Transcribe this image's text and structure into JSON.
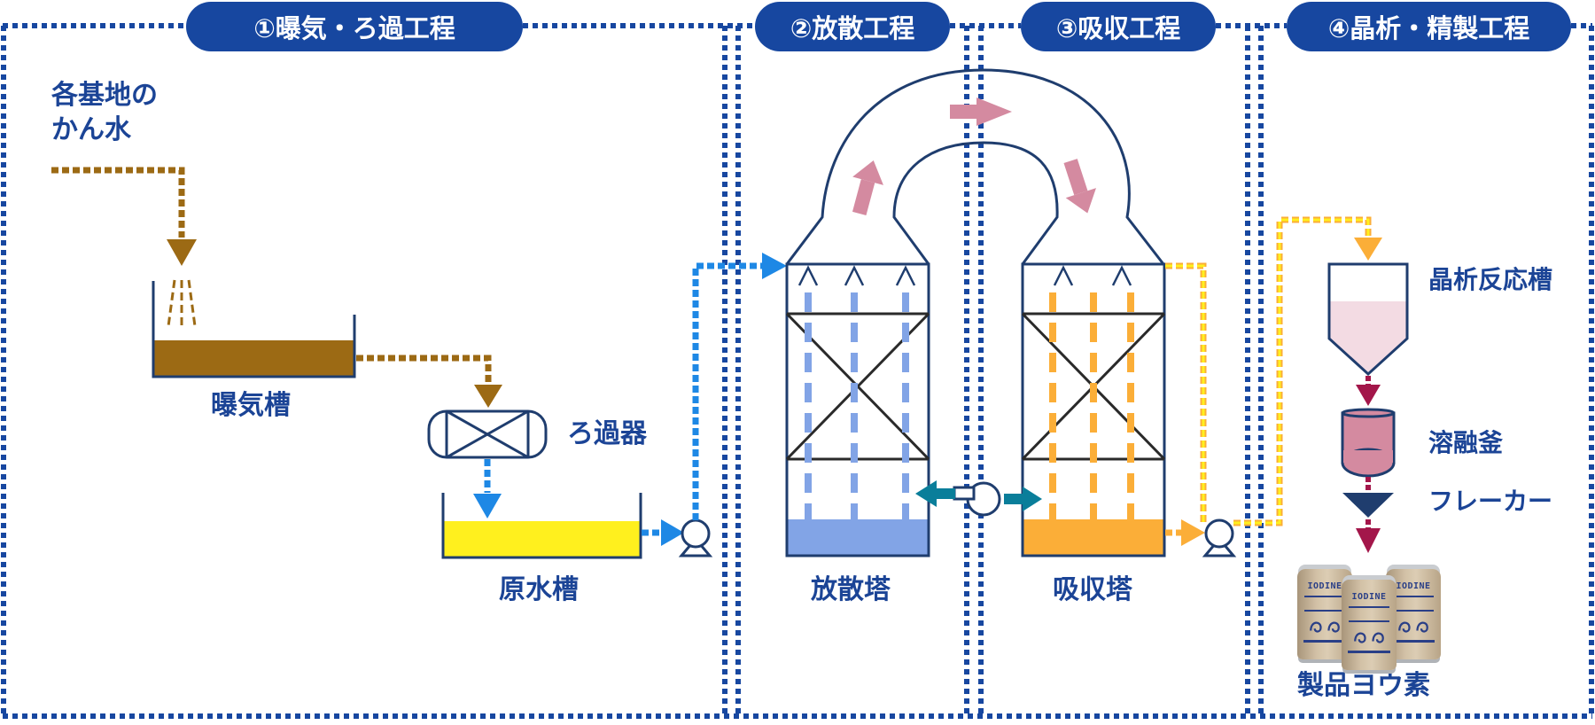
{
  "stages": [
    {
      "label": "①曝気・ろ過工程"
    },
    {
      "label": "②放散工程"
    },
    {
      "label": "③吸収工程"
    },
    {
      "label": "④晶析・精製工程"
    }
  ],
  "labels": {
    "source": "各基地の\nかん水",
    "aeration_tank": "曝気槽",
    "filter": "ろ過器",
    "raw_water_tank": "原水槽",
    "stripping_tower": "放散塔",
    "absorption_tower": "吸収塔",
    "crystallization_tank": "晶析反応槽",
    "melting_pot": "溶融釜",
    "flaker": "フレーカー",
    "product": "製品ヨウ素"
  },
  "drum_text": "IODINE",
  "colors": {
    "stage_blue": "#1747a0",
    "label_blue": "#1b4496",
    "brine_brown": "#9c6a14",
    "raw_water_yellow": "#fff01e",
    "water_blue": "#1e88e5",
    "stripped_blue": "#82a4e6",
    "absorb_orange": "#fbae38",
    "gas_pink": "#d48aa0",
    "product_red": "#a3164a",
    "pump_teal": "#0a7e9a"
  }
}
